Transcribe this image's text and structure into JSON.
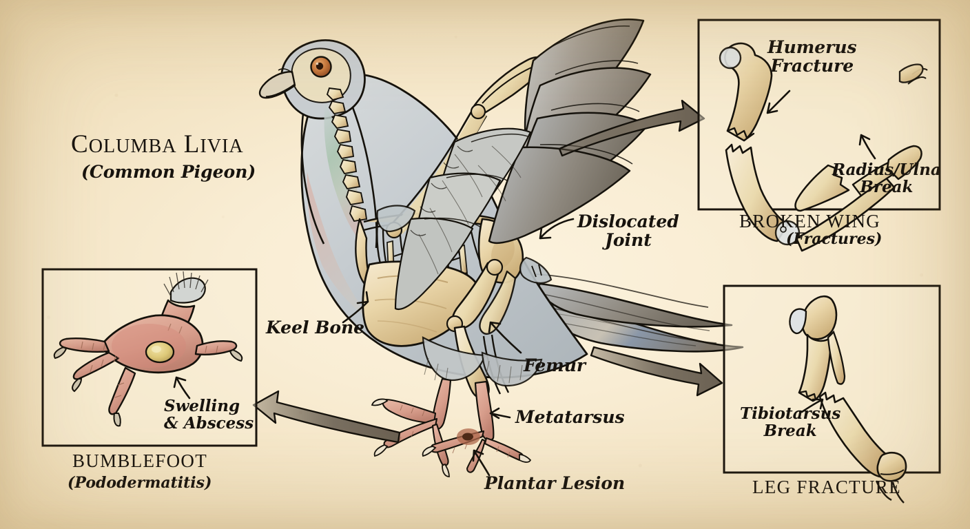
{
  "plate": {
    "title_main": "Columba Livia",
    "title_sub": "(Common Pigeon)",
    "background_color": "#f9edd4",
    "ink_color": "#17130e",
    "bone_color": "#e8d3a4",
    "arrow_color": "#6d6354"
  },
  "main_figure": {
    "name": "pigeon-skeletal-cutaway",
    "annotations": [
      {
        "id": "dislocated-joint",
        "label": "Dislocated\nJoint"
      },
      {
        "id": "keel-bone",
        "label": "Keel Bone"
      },
      {
        "id": "femur",
        "label": "Femur"
      },
      {
        "id": "metatarsus",
        "label": "Metatarsus"
      },
      {
        "id": "plantar-lesion",
        "label": "Plantar Lesion"
      }
    ]
  },
  "panels": [
    {
      "id": "broken-wing",
      "title": "BROKEN WING",
      "subtitle": "(Fractures)",
      "annotations": [
        {
          "id": "humerus-fracture",
          "label": "Humerus\nFracture"
        },
        {
          "id": "radius-ulna-break",
          "label": "Radius/Ulna\nBreak"
        }
      ]
    },
    {
      "id": "leg-fracture",
      "title": "LEG FRACTURE",
      "subtitle": "",
      "annotations": [
        {
          "id": "tibiotarsus-break",
          "label": "Tibiotarsus\nBreak"
        }
      ]
    },
    {
      "id": "bumblefoot",
      "title": "BUMBLEFOOT",
      "subtitle": "(Pododermatitis)",
      "annotations": [
        {
          "id": "swelling-abscess",
          "label": "Swelling\n& Abscess"
        }
      ]
    }
  ],
  "connectors": [
    {
      "id": "arrow-to-broken-wing",
      "from": "main_figure",
      "to": "broken-wing"
    },
    {
      "id": "arrow-to-leg-fracture",
      "from": "main_figure",
      "to": "leg-fracture"
    },
    {
      "id": "arrow-to-bumblefoot",
      "from": "main_figure",
      "to": "bumblefoot"
    }
  ]
}
